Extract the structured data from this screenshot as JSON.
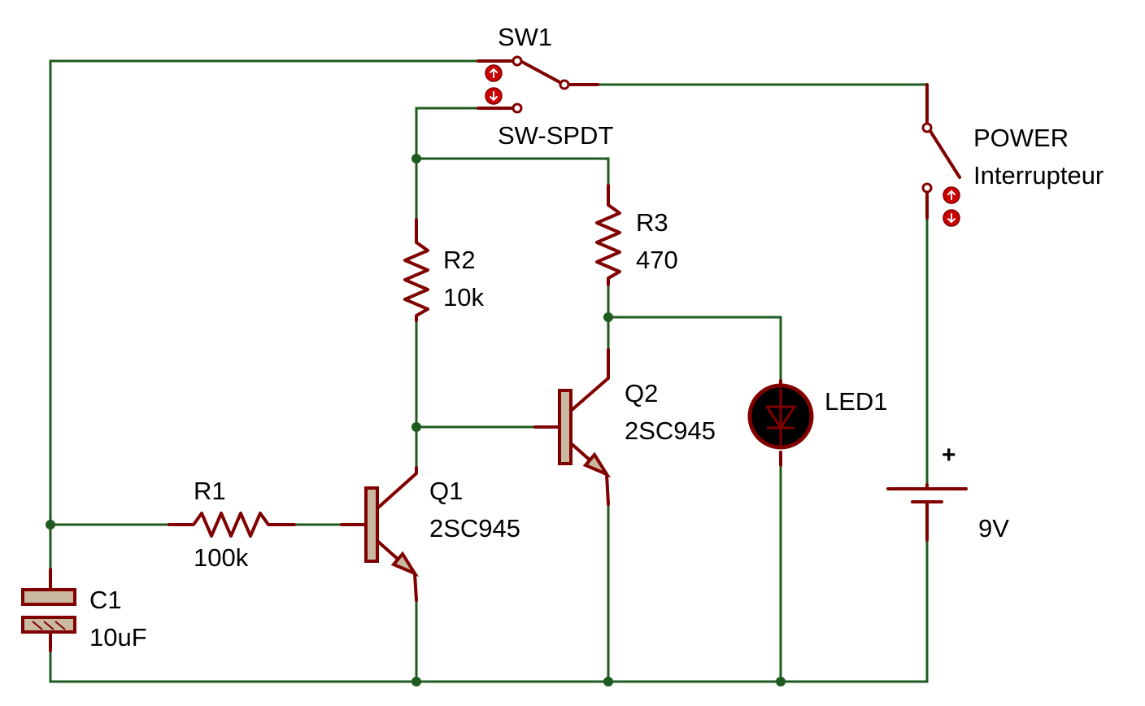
{
  "colors": {
    "wire": "#1f5a1f",
    "component": "#800000",
    "transistor_body": "#c9b9a0",
    "switch_button": "#cc0000"
  },
  "components": {
    "sw1": {
      "ref": "SW1",
      "type": "SW-SPDT"
    },
    "power": {
      "ref": "POWER",
      "type": "Interrupteur"
    },
    "r1": {
      "ref": "R1",
      "value": "100k"
    },
    "r2": {
      "ref": "R2",
      "value": "10k"
    },
    "r3": {
      "ref": "R3",
      "value": "470"
    },
    "q1": {
      "ref": "Q1",
      "type": "2SC945"
    },
    "q2": {
      "ref": "Q2",
      "type": "2SC945"
    },
    "led1": {
      "ref": "LED1"
    },
    "c1": {
      "ref": "C1",
      "value": "10uF"
    },
    "battery": {
      "polarity": "+",
      "value": "9V"
    }
  }
}
